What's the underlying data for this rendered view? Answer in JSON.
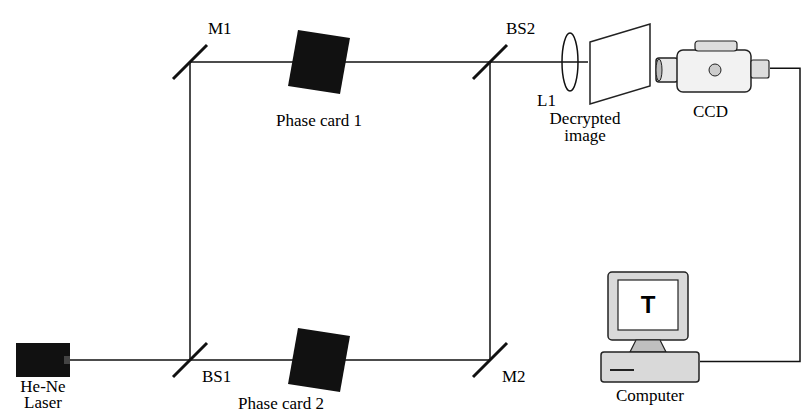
{
  "diagram": {
    "nodes": [
      {
        "text": [
          "M1"
        ]
      },
      {
        "text": [
          "Phase card 1"
        ]
      },
      {
        "text": [
          "BS2"
        ]
      },
      {
        "text": [
          "L1"
        ]
      },
      {
        "text": [
          "Decrypted image"
        ]
      },
      {
        "text": [
          "CCD"
        ]
      },
      {
        "text": [
          "T",
          "Computer"
        ]
      },
      {
        "text": [
          "He-Ne Laser"
        ]
      },
      {
        "text": [
          "BS1"
        ]
      },
      {
        "text": [
          "Phase card 2"
        ]
      },
      {
        "text": [
          "M2"
        ]
      }
    ],
    "edges": [
      {
        "from": 7,
        "to": 8,
        "arrow": "none"
      },
      {
        "from": 8,
        "to": 0,
        "arrow": "none"
      },
      {
        "from": 0,
        "to": 1,
        "arrow": "none"
      },
      {
        "from": 1,
        "to": 2,
        "arrow": "none"
      },
      {
        "from": 8,
        "to": 9,
        "arrow": "none"
      },
      {
        "from": 9,
        "to": 10,
        "arrow": "none"
      },
      {
        "from": 10,
        "to": 2,
        "arrow": "none"
      },
      {
        "from": 2,
        "to": 3,
        "arrow": "none"
      },
      {
        "from": 3,
        "to": 4,
        "arrow": "none"
      },
      {
        "from": 5,
        "to": 6,
        "arrow": "none"
      }
    ]
  }
}
